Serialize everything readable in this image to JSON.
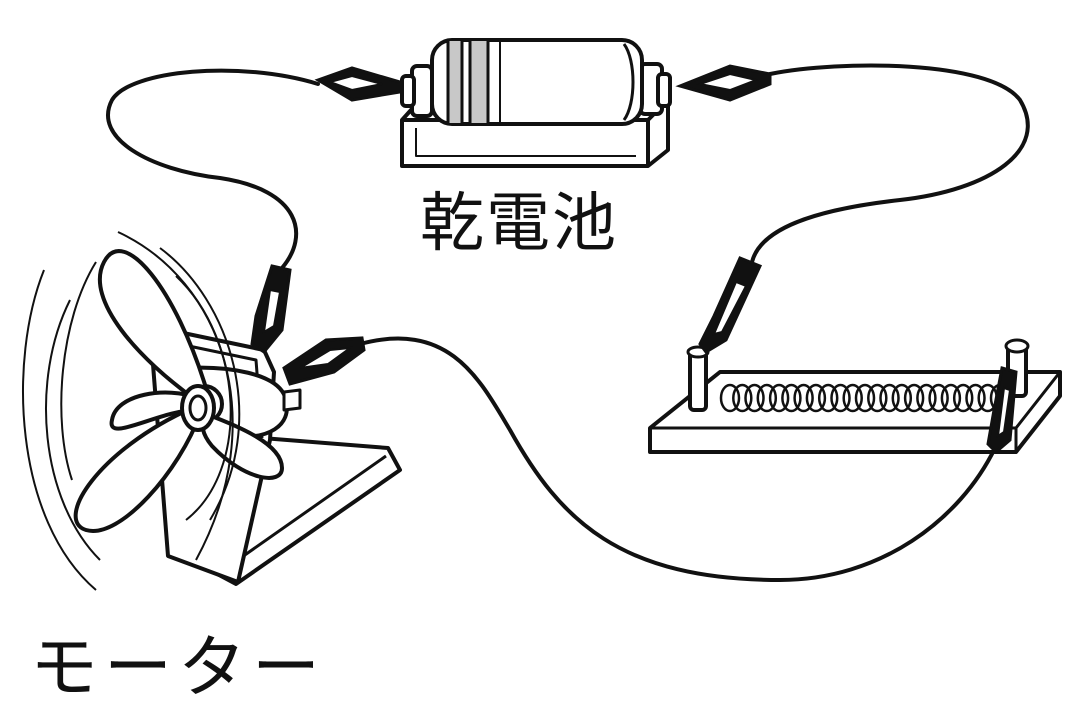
{
  "labels": {
    "battery": "乾電池",
    "motor": "モーター"
  },
  "components": [
    {
      "id": "battery-in-holder"
    },
    {
      "id": "motor-with-fan"
    },
    {
      "id": "coil-on-board"
    }
  ],
  "colors": {
    "ink": "#111111",
    "battery_band": "#c8c8c8",
    "paper": "#ffffff"
  }
}
